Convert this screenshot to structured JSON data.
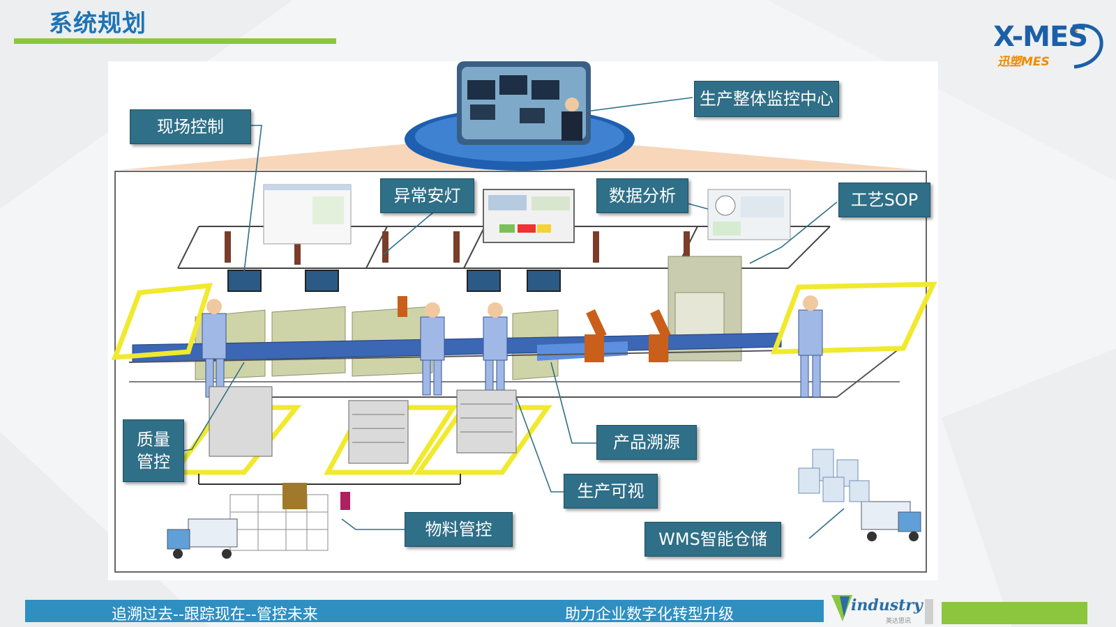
{
  "header": {
    "title": "系统规划"
  },
  "logo": {
    "main": "X-MES",
    "sub": "迅塑MES"
  },
  "labels": {
    "monitor_center": "生产整体监控中心",
    "field_control": "现场控制",
    "andon": "异常安灯",
    "data_analysis": "数据分析",
    "process_sop": "工艺SOP",
    "quality_line1": "质量",
    "quality_line2": "管控",
    "traceability": "产品溯源",
    "visibility": "生产可视",
    "material": "物料管控",
    "wms": "WMS智能仓储"
  },
  "footer": {
    "left": "追溯过去--跟踪现在--管控未来",
    "right": "助力企业数字化转型升级",
    "brand": "industry",
    "brand_sub": "英达思讯"
  },
  "colors": {
    "title_blue": "#1e74b4",
    "accent_green": "#8cc63f",
    "label_teal": "#2f6f87",
    "footer_blue": "#2f8fc0",
    "logo_orange": "#f08a00"
  }
}
